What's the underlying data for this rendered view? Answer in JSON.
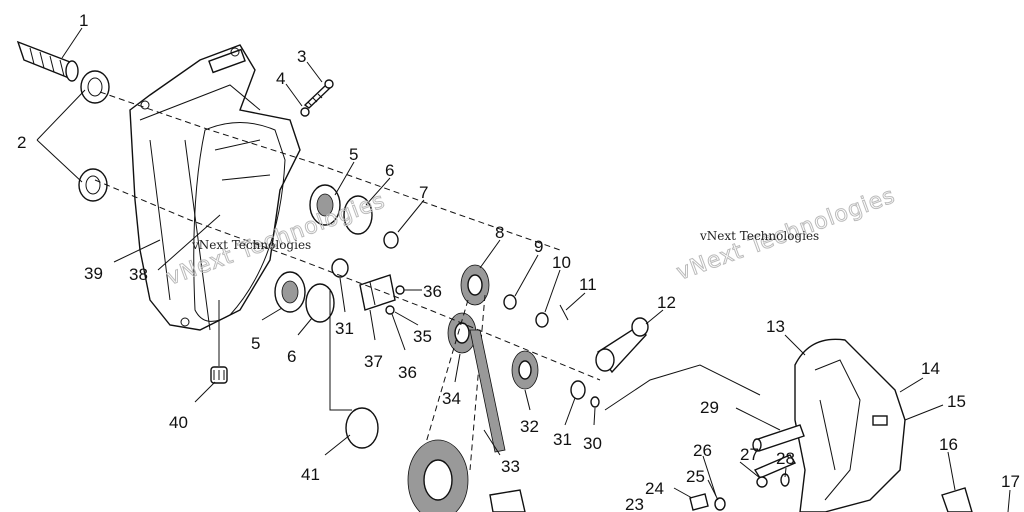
{
  "diagram": {
    "callouts": [
      {
        "id": "c1",
        "label": "1"
      },
      {
        "id": "c2",
        "label": "2"
      },
      {
        "id": "c3",
        "label": "3"
      },
      {
        "id": "c4",
        "label": "4"
      },
      {
        "id": "c5a",
        "label": "5"
      },
      {
        "id": "c6a",
        "label": "6"
      },
      {
        "id": "c7",
        "label": "7"
      },
      {
        "id": "c8",
        "label": "8"
      },
      {
        "id": "c9",
        "label": "9"
      },
      {
        "id": "c10",
        "label": "10"
      },
      {
        "id": "c11",
        "label": "11"
      },
      {
        "id": "c12",
        "label": "12"
      },
      {
        "id": "c13",
        "label": "13"
      },
      {
        "id": "c14",
        "label": "14"
      },
      {
        "id": "c15",
        "label": "15"
      },
      {
        "id": "c16",
        "label": "16"
      },
      {
        "id": "c17",
        "label": "17"
      },
      {
        "id": "c23",
        "label": "23"
      },
      {
        "id": "c24",
        "label": "24"
      },
      {
        "id": "c25",
        "label": "25"
      },
      {
        "id": "c26",
        "label": "26"
      },
      {
        "id": "c27",
        "label": "27"
      },
      {
        "id": "c28",
        "label": "28"
      },
      {
        "id": "c29",
        "label": "29"
      },
      {
        "id": "c30",
        "label": "30"
      },
      {
        "id": "c31a",
        "label": "31"
      },
      {
        "id": "c31b",
        "label": "31"
      },
      {
        "id": "c32",
        "label": "32"
      },
      {
        "id": "c33",
        "label": "33"
      },
      {
        "id": "c34",
        "label": "34"
      },
      {
        "id": "c35",
        "label": "35"
      },
      {
        "id": "c36a",
        "label": "36"
      },
      {
        "id": "c36b",
        "label": "36"
      },
      {
        "id": "c37",
        "label": "37"
      },
      {
        "id": "c38",
        "label": "38"
      },
      {
        "id": "c39",
        "label": "39"
      },
      {
        "id": "c40",
        "label": "40"
      },
      {
        "id": "c41",
        "label": "41"
      },
      {
        "id": "c5b",
        "label": "5"
      },
      {
        "id": "c6b",
        "label": "6"
      }
    ],
    "watermarks": [
      {
        "id": "wm1",
        "text": "vNext Technologies"
      },
      {
        "id": "wm2",
        "text": "vNext Technologies"
      }
    ]
  }
}
